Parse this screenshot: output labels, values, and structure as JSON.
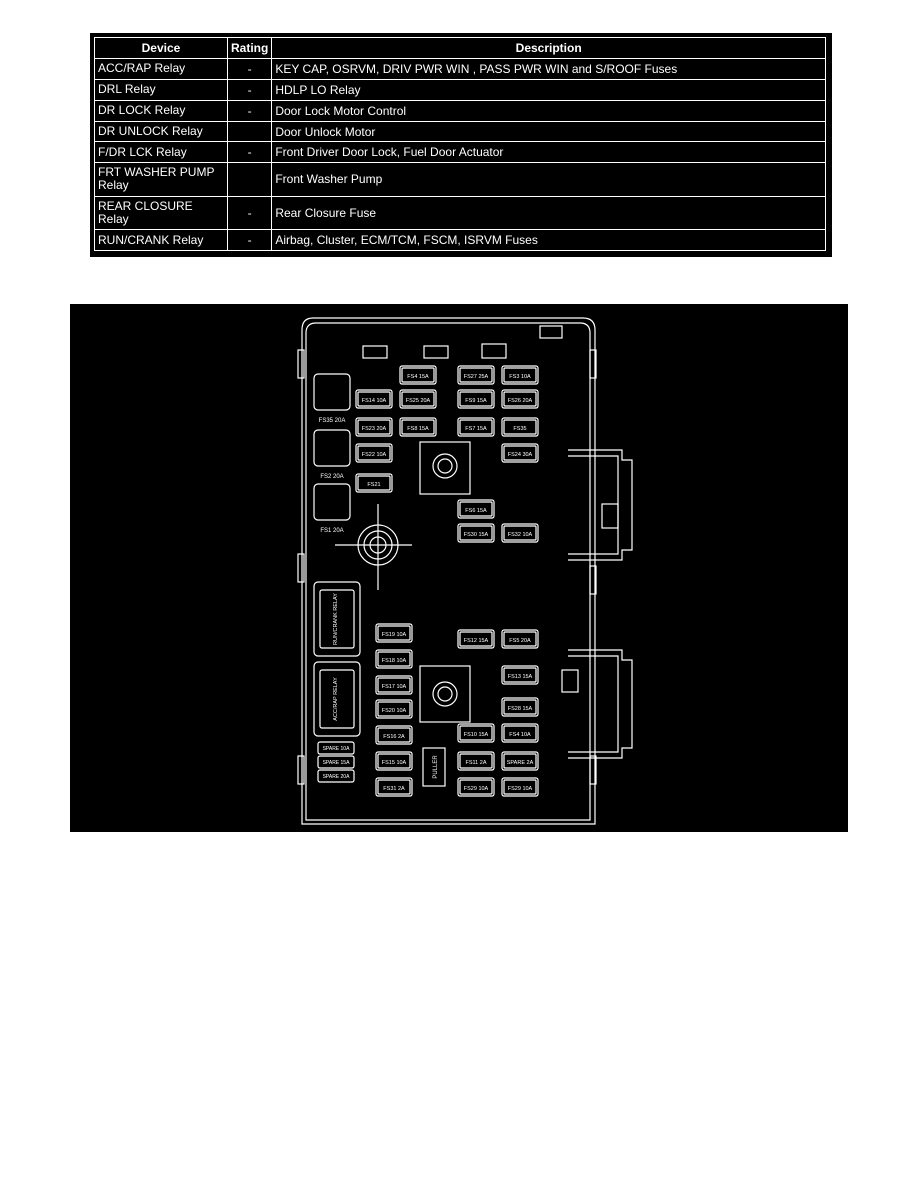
{
  "table": {
    "headers": [
      "Device",
      "Rating",
      "Description"
    ],
    "rows": [
      {
        "device": "ACC/RAP Relay",
        "rating": "-",
        "description": "KEY CAP, OSRVM, DRIV PWR WIN , PASS PWR WIN and S/ROOF Fuses"
      },
      {
        "device": "DRL Relay",
        "rating": "-",
        "description": "HDLP LO Relay"
      },
      {
        "device": "DR LOCK Relay",
        "rating": "-",
        "description": "Door Lock Motor Control"
      },
      {
        "device": "DR UNLOCK Relay",
        "rating": "",
        "description": "Door Unlock Motor"
      },
      {
        "device": "F/DR LCK Relay",
        "rating": "-",
        "description": "Front Driver Door Lock, Fuel Door Actuator"
      },
      {
        "device": "FRT WASHER PUMP Relay",
        "rating": "",
        "description": "Front Washer Pump"
      },
      {
        "device": "REAR CLOSURE Relay",
        "rating": "-",
        "description": "Rear Closure Fuse"
      },
      {
        "device": "RUN/CRANK Relay",
        "rating": "-",
        "description": "Airbag, Cluster, ECM/TCM, FSCM, ISRVM Fuses"
      }
    ]
  },
  "diagram": {
    "relays": [
      {
        "label": "FS35 20A"
      },
      {
        "label": "FS2 20A"
      },
      {
        "label": "FS1 20A"
      }
    ],
    "fuses": [
      {
        "label": "FS4 15A"
      },
      {
        "label": "FS27 25A"
      },
      {
        "label": "FS3 10A"
      },
      {
        "label": "FS14 10A"
      },
      {
        "label": "FS25 20A"
      },
      {
        "label": "FS9 15A"
      },
      {
        "label": "FS26 20A"
      },
      {
        "label": "FS23 20A"
      },
      {
        "label": "FS8 15A"
      },
      {
        "label": "FS7 15A"
      },
      {
        "label": "FS35"
      },
      {
        "label": "FS22 10A"
      },
      {
        "label": "FS24 30A"
      },
      {
        "label": "FS21"
      },
      {
        "label": "FS6 15A"
      },
      {
        "label": "FS30 15A"
      },
      {
        "label": "FS32 10A"
      },
      {
        "label": "FS19 10A"
      },
      {
        "label": "FS12 15A"
      },
      {
        "label": "FS5 20A"
      },
      {
        "label": "FS18 10A"
      },
      {
        "label": "FS13 15A"
      },
      {
        "label": "FS17 10A"
      },
      {
        "label": "FS20 10A"
      },
      {
        "label": "FS28 15A"
      },
      {
        "label": "FS16 2A"
      },
      {
        "label": "FS10 15A"
      },
      {
        "label": "FS4 10A"
      },
      {
        "label": "FS15 10A"
      },
      {
        "label": "FS11 2A"
      },
      {
        "label": "SPARE 2A"
      },
      {
        "label": "FS31 2A"
      },
      {
        "label": "FS29 10A"
      },
      {
        "label": "FS29 10A"
      }
    ],
    "large_relays": [
      {
        "label": "RUN/CRANK RELAY"
      },
      {
        "label": "ACC/RAP RELAY"
      }
    ],
    "spares": [
      {
        "label": "SPARE 10A"
      },
      {
        "label": "SPARE 15A"
      },
      {
        "label": "SPARE 20A"
      }
    ],
    "puller": {
      "label": "PULLER"
    }
  }
}
